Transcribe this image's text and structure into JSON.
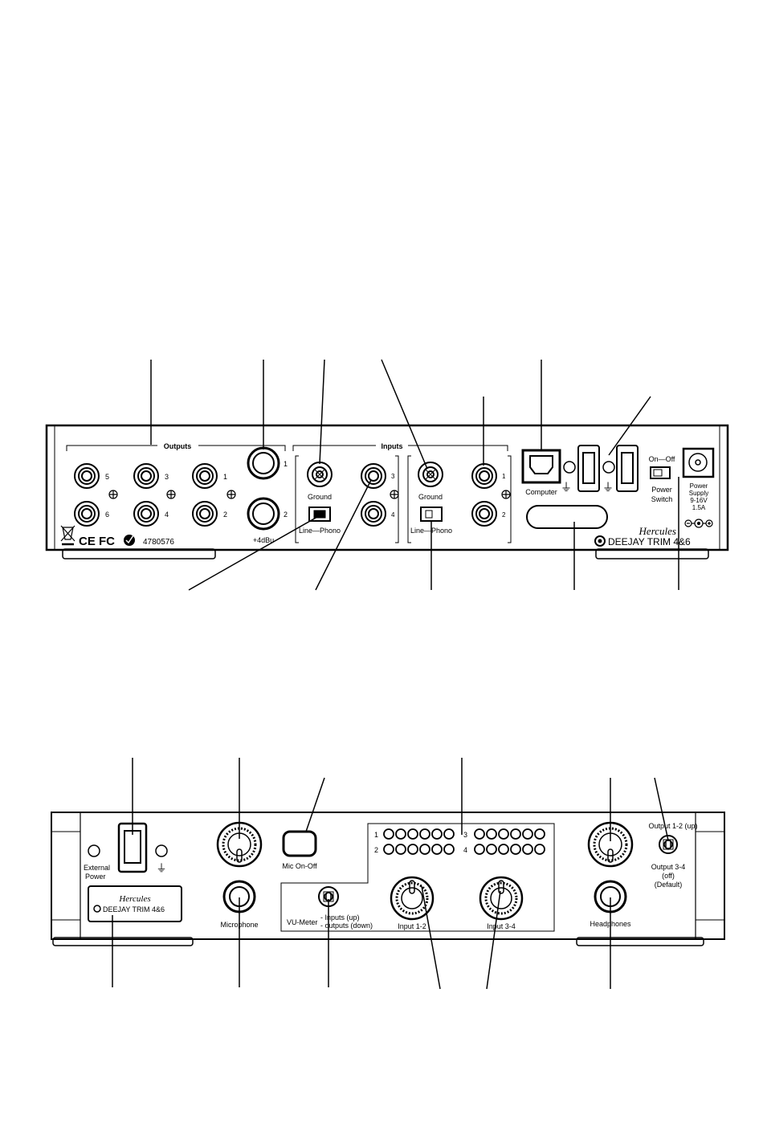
{
  "rear_panel": {
    "outputs_label": "Outputs",
    "inputs_label": "Inputs",
    "out_num_5": "5",
    "out_num_3": "3",
    "out_num_1": "1",
    "out_num_6": "6",
    "out_num_4": "4",
    "out_num_2": "2",
    "xlr_num_1": "1",
    "xlr_num_2": "2",
    "xlr_level": "+4dBu",
    "ground_label_a": "Ground",
    "ground_label_b": "Ground",
    "switch_label_a": "Line—Phono",
    "switch_label_b": "Line—Phono",
    "in_num_3": "3",
    "in_num_4": "4",
    "in_num_1": "1",
    "in_num_2": "2",
    "computer_label": "Computer",
    "on_off_label": "On—Off",
    "power_switch_line1": "Power",
    "power_switch_line2": "Switch",
    "power_supply_lines": [
      "Power",
      "Supply",
      "9-16V",
      "1.5A"
    ],
    "certification_marks": "CE FC",
    "serial": "4780576",
    "brand": "Hercules",
    "model": "DEEJAY TRIM 4&6"
  },
  "front_panel": {
    "external_power_line1": "External",
    "external_power_line2": "Power",
    "microphone_label": "Microphone",
    "mic_onoff_label": "Mic On-Off",
    "vu_row_1": "1",
    "vu_row_2": "2",
    "vu_row_3": "3",
    "vu_row_4": "4",
    "vu_meter_label": "VU-Meter",
    "vu_inputs": "- Inputs (up)",
    "vu_outputs": "- outputs (down)",
    "input12_label": "Input 1-2",
    "input34_label": "Input 3-4",
    "headphones_label": "Headphones",
    "output_up": "Output 1-2 (up)",
    "output_down_1": "Output 3-4",
    "output_down_2": "(off)",
    "output_down_3": "(Default)",
    "brand": "Hercules",
    "model": "DEEJAY TRIM 4&6"
  },
  "colors": {
    "line": "#000000",
    "background": "#ffffff"
  }
}
